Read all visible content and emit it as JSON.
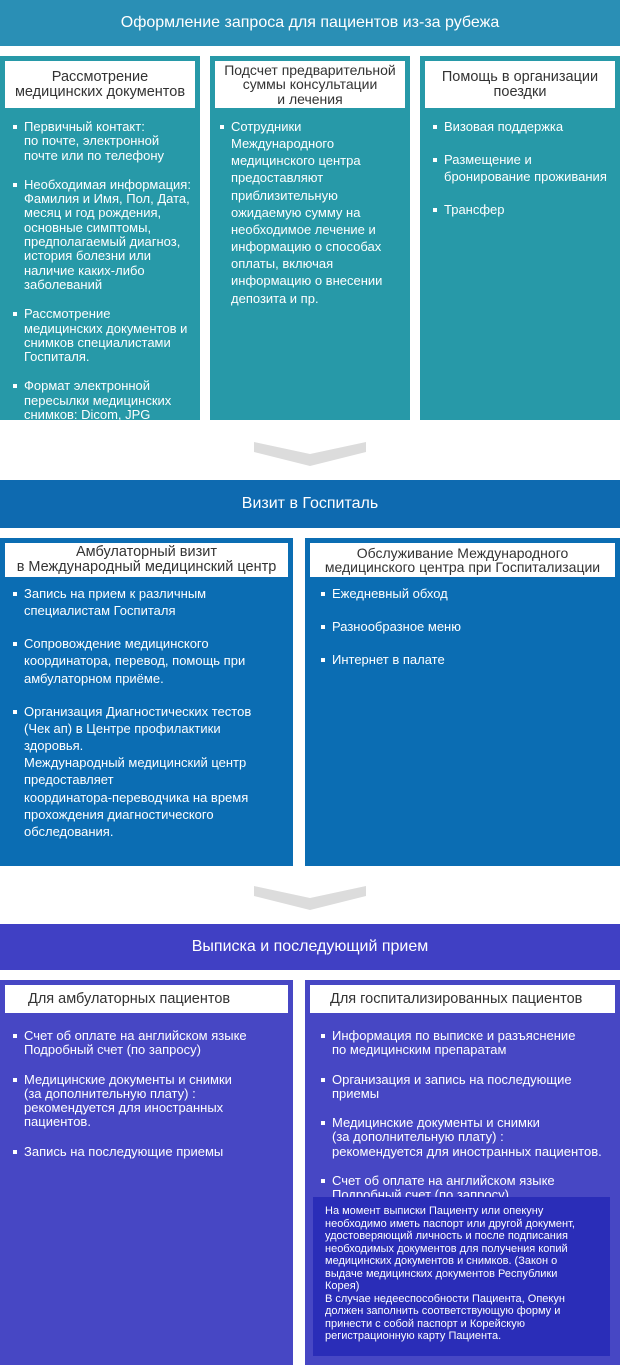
{
  "section1": {
    "title": "Оформление запроса для пациентов из-за рубежа",
    "col1": {
      "title": "Рассмотрение\nмедицинских документов",
      "items": [
        "Первичный контакт:\nпо почте, электронной\nпочте или по телефону",
        "Необходимая информация:\nФамилия и Имя, Пол, Дата,\nмесяц и год рождения,\nосновные симптомы,\nпредполагаемый диагноз,\nистория болезни или\nналичие каких-либо\nзаболеваний",
        "Рассмотрение\nмедицинских документов и\nснимков специалистами\nГоспиталя.",
        "Формат электронной\nпересылки медицинских\nснимков: Dicom, JPG"
      ]
    },
    "col2": {
      "title": "Подсчет предварительной\nсуммы консультации\nи лечения",
      "items": [
        "Сотрудники\nМеждународного\nмедицинского центра\nпредоставляют\nприблизительную\nожидаемую сумму на\nнеобходимое лечение и\nинформацию о способах\nоплаты, включая\nинформацию о внесении\nдепозита и пр."
      ]
    },
    "col3": {
      "title": "Помощь в организации\nпоездки",
      "items": [
        "Визовая поддержка",
        "Размещение и\nбронирование проживания",
        "Трансфер"
      ]
    }
  },
  "section2": {
    "title": "Визит в Госпиталь",
    "col1": {
      "title": "Амбулаторный визит\nв Международный медицинский центр",
      "items": [
        "Запись на прием к различным\nспециалистам Госпиталя",
        "Сопровождение медицинского\nкоординатора, перевод, помощь при\nамбулаторном приёме.",
        "Организация Диагностических тестов\n(Чек ап) в Центре профилактики\nздоровья.\nМеждународный медицинский центр\nпредоставляет\nкоординатора-переводчика на время\nпрохождения диагностического\nобследования."
      ]
    },
    "col2": {
      "title": "Обслуживание Международного\nмедицинского центра при Госпитализации",
      "items": [
        "Ежедневный обход",
        "Разнообразное меню",
        "Интернет в палате"
      ]
    }
  },
  "section3": {
    "title": "Выписка и последующий прием",
    "col1": {
      "title": "Для амбулаторных пациентов",
      "items": [
        "Счет об оплате на английском языке\nПодробный счет (по запросу)",
        "Медицинские документы и снимки\n(за дополнительную плату) :\nрекомендуется для иностранных\nпациентов.",
        "Запись на последующие приемы"
      ]
    },
    "col2": {
      "title": "Для госпитализированных пациентов",
      "items": [
        "Информация по выписке и разъяснение\nпо медицинским препаратам",
        "Организация и запись на последующие\nприемы",
        "Медицинские документы и снимки\n(за дополнительную плату) :\nрекомендуется для иностранных пациентов.",
        "Счет об оплате на английском языке\nПодробный счет (по запросу)"
      ],
      "note": "На момент выписки Пациенту или опекуну\nнеобходимо иметь паспорт или другой документ,\nудостоверяющий личность и после подписания\nнеобходимых документов для получения копий\nмедицинских документов и снимков. (Закон о\nвыдаче медицинских документов Республики\nКорея)\nВ случае недееспособности Пациента, Опекун\nдолжен заполнить соответствующую форму и\nпринести с собой паспорт и Корейскую\nрегистрационную карту Пациента."
    }
  },
  "colors": {
    "section1_band": "#2a8fb5",
    "section1_panel": "#2799a8",
    "section2_band": "#0e6ab0",
    "section2_panel": "#0b6db3",
    "section3_band": "#4040c4",
    "section3_panel": "#4747c4",
    "note_box": "#2a2db8",
    "arrow": "#dcdcdc"
  }
}
